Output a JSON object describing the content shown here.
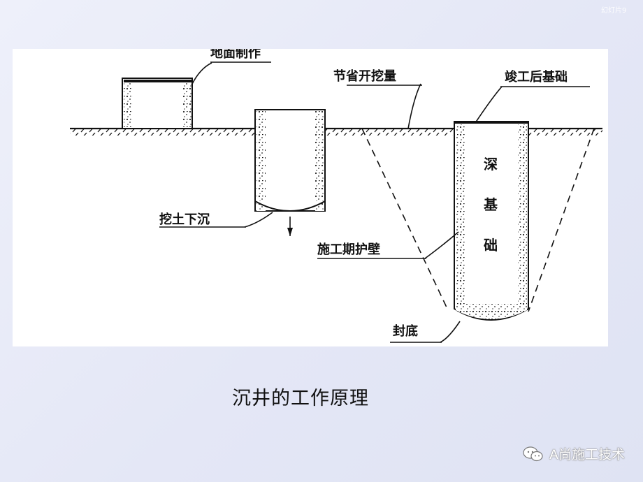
{
  "slide": {
    "page_tag": "幻灯片9",
    "caption": "沉井的工作原理",
    "watermark": "A尚施工技术",
    "watermark_icon": "wechat-icon"
  },
  "diagram": {
    "labels": {
      "ground_fabrication": "地面制作",
      "excavation_savings": "节省开挖量",
      "post_completion_foundation": "竣工后基础",
      "excavate_and_sink": "挖土下沉",
      "construction_retaining_wall": "施工期护壁",
      "bottom_seal": "封底",
      "deep_foundation": [
        "深",
        "基",
        "础"
      ]
    }
  }
}
